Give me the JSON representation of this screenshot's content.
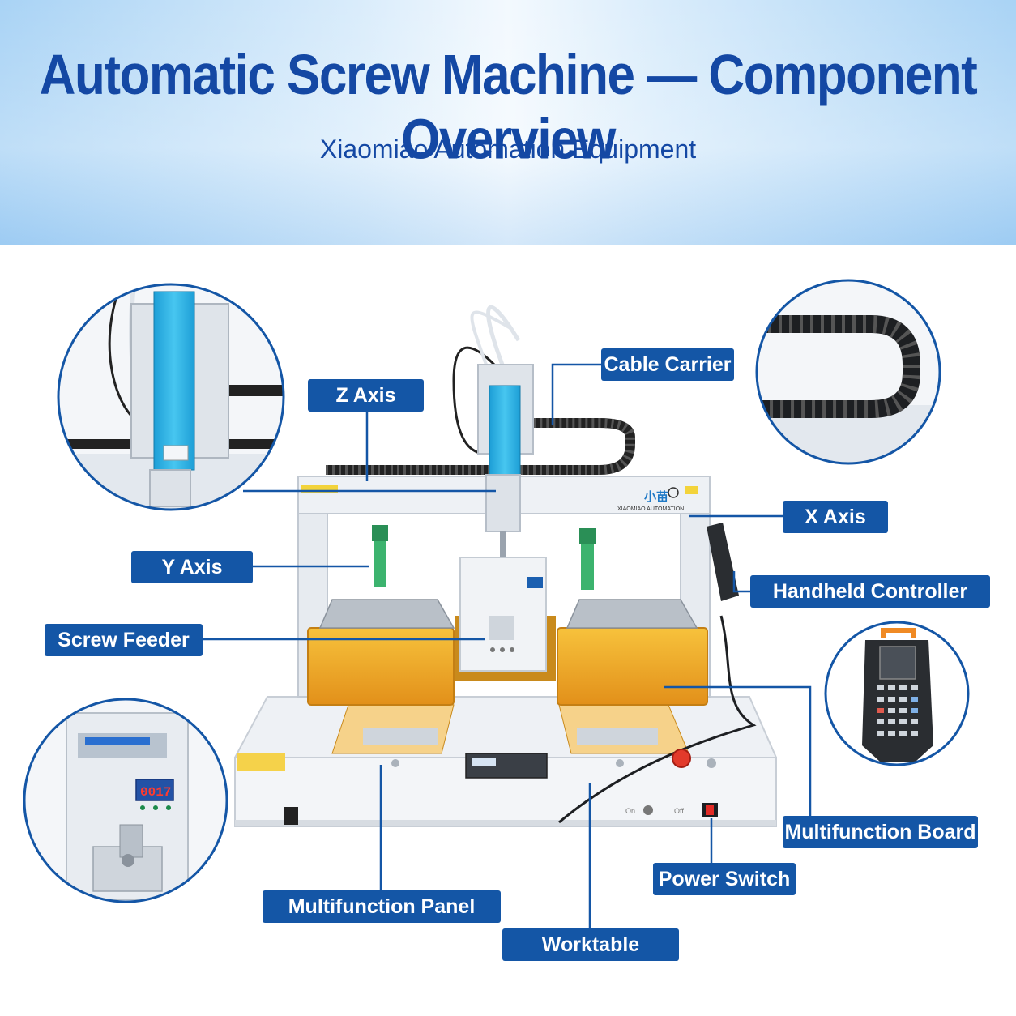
{
  "header": {
    "title": "Automatic Screw Machine — Component Overview",
    "subtitle": "Xiaomiao Automation Equipment"
  },
  "labels": {
    "z_axis": "Z Axis",
    "cable_carrier": "Cable Carrier",
    "x_axis": "X Axis",
    "y_axis": "Y Axis",
    "handheld_controller": "Handheld Controller",
    "screw_feeder": "Screw Feeder",
    "multifunction_board": "Multifunction Board",
    "power_switch": "Power Switch",
    "multifunction_panel": "Multifunction Panel",
    "worktable": "Worktable"
  },
  "machine_text": {
    "brand_cn": "小苗",
    "brand_en": "XIAOMIAO AUTOMATION",
    "feeder_display": "0017",
    "switch_on": "On",
    "switch_off": "Off"
  },
  "colors": {
    "label_bg": "#1456a6",
    "title": "#1448a4",
    "accent_cyan": "#2bb3e6",
    "fixture_orange": "#f2a81d"
  }
}
